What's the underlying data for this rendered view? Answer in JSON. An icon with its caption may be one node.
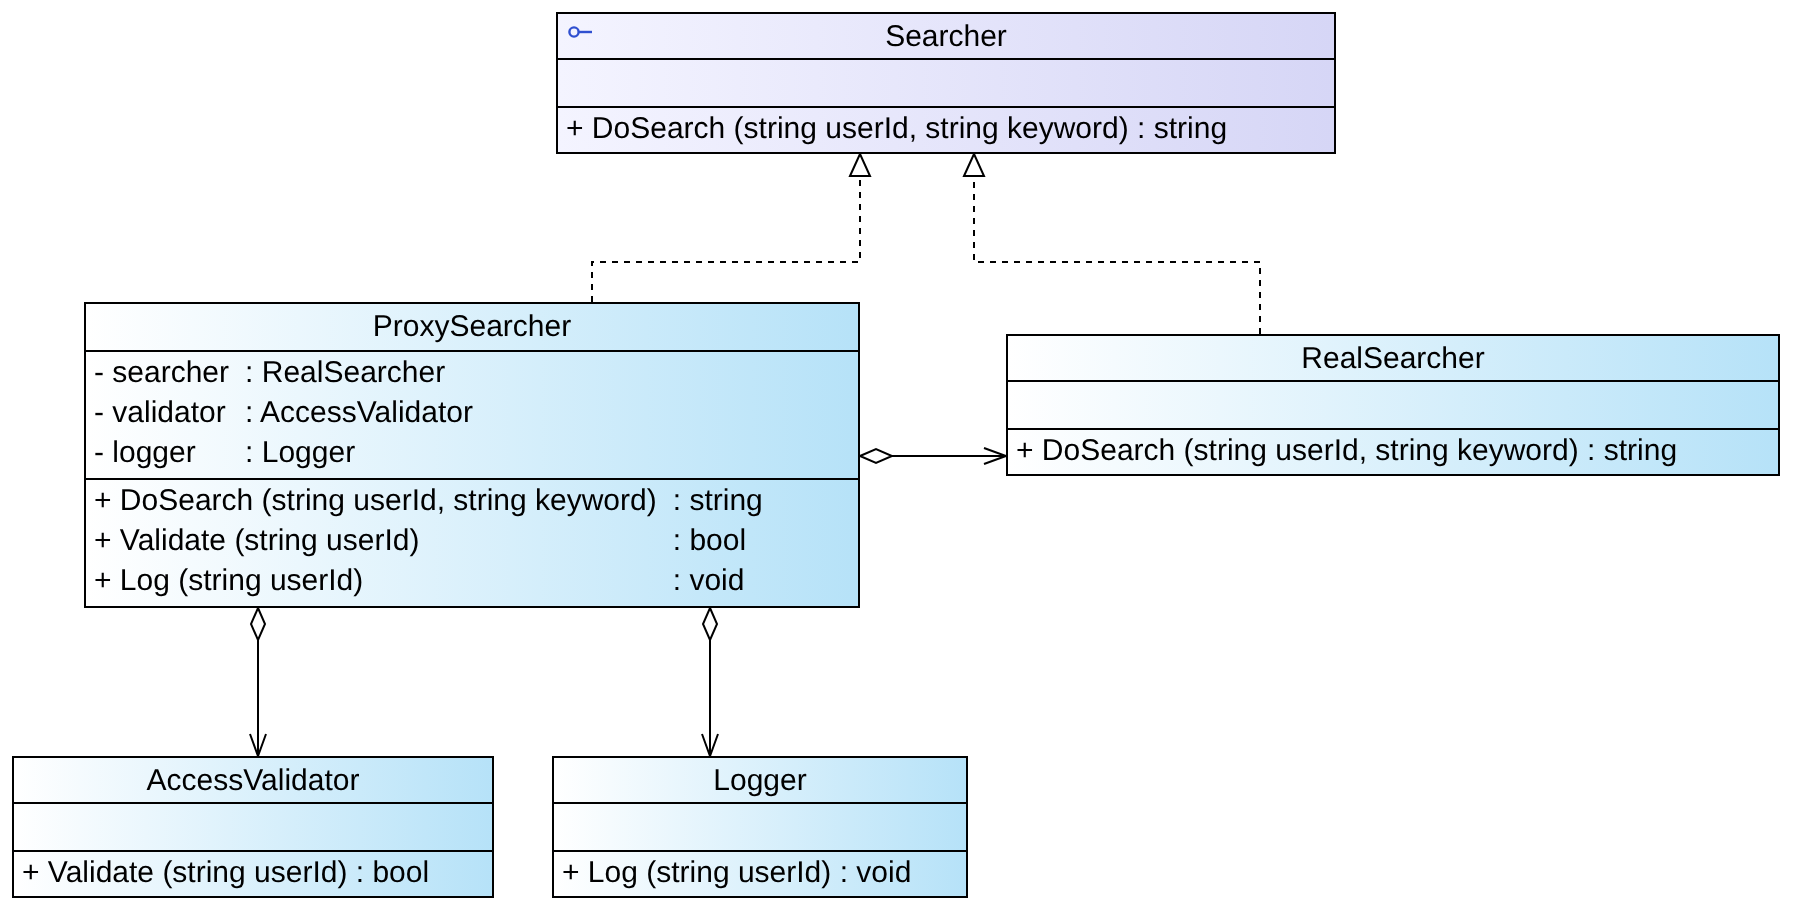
{
  "diagram": {
    "nodes": [
      {
        "text": [
          "Searcher",
          "+ DoSearch (string userId, string keyword) : string"
        ]
      },
      {
        "text": [
          "ProxySearcher",
          "- searcher",
          ": RealSearcher",
          "- validator",
          ": AccessValidator",
          "- logger",
          ": Logger",
          "+ DoSearch (string userId, string keyword)",
          ": string",
          "+ Validate (string userId)",
          ": bool",
          "+ Log (string userId)",
          ": void"
        ]
      },
      {
        "text": [
          "RealSearcher",
          "+ DoSearch (string userId, string keyword) : string"
        ]
      },
      {
        "text": [
          "AccessValidator",
          "+ Validate (string userId) : bool"
        ]
      },
      {
        "text": [
          "Logger",
          "+ Log (string userId) : void"
        ]
      }
    ],
    "edges": [
      {
        "from": 1,
        "to": 0,
        "arrow": "to",
        "style": "dashed"
      },
      {
        "from": 2,
        "to": 0,
        "arrow": "to",
        "style": "dashed"
      },
      {
        "from": 1,
        "to": 2,
        "arrow": "to"
      },
      {
        "from": 1,
        "to": 3,
        "arrow": "to"
      },
      {
        "from": 1,
        "to": 4,
        "arrow": "to"
      }
    ]
  }
}
